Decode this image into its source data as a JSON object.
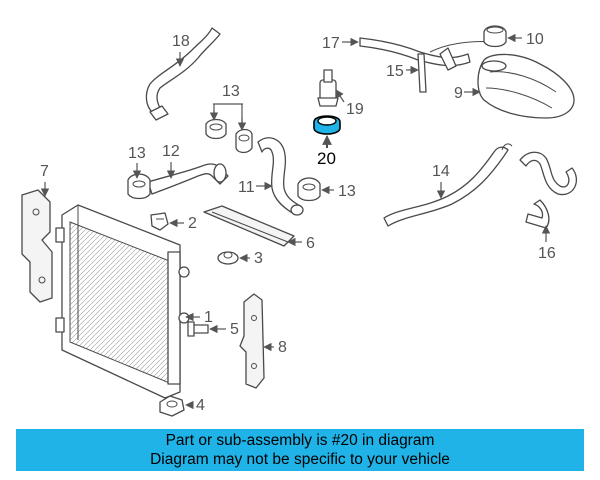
{
  "diagram": {
    "highlight_color": "#1fb3e8",
    "callouts": {
      "c1": "1",
      "c2": "2",
      "c3": "3",
      "c4": "4",
      "c5": "5",
      "c6": "6",
      "c7": "7",
      "c8": "8",
      "c9": "9",
      "c10": "10",
      "c11": "11",
      "c12": "12",
      "c13a": "13",
      "c13b": "13",
      "c13c": "13",
      "c14": "14",
      "c15": "15",
      "c16": "16",
      "c17": "17",
      "c18": "18",
      "c19": "19",
      "c20": "20"
    }
  },
  "banner": {
    "background": "#1fb3e8",
    "line1": "Part or sub-assembly is #20 in diagram",
    "line2": "Diagram may not be specific to your vehicle"
  }
}
